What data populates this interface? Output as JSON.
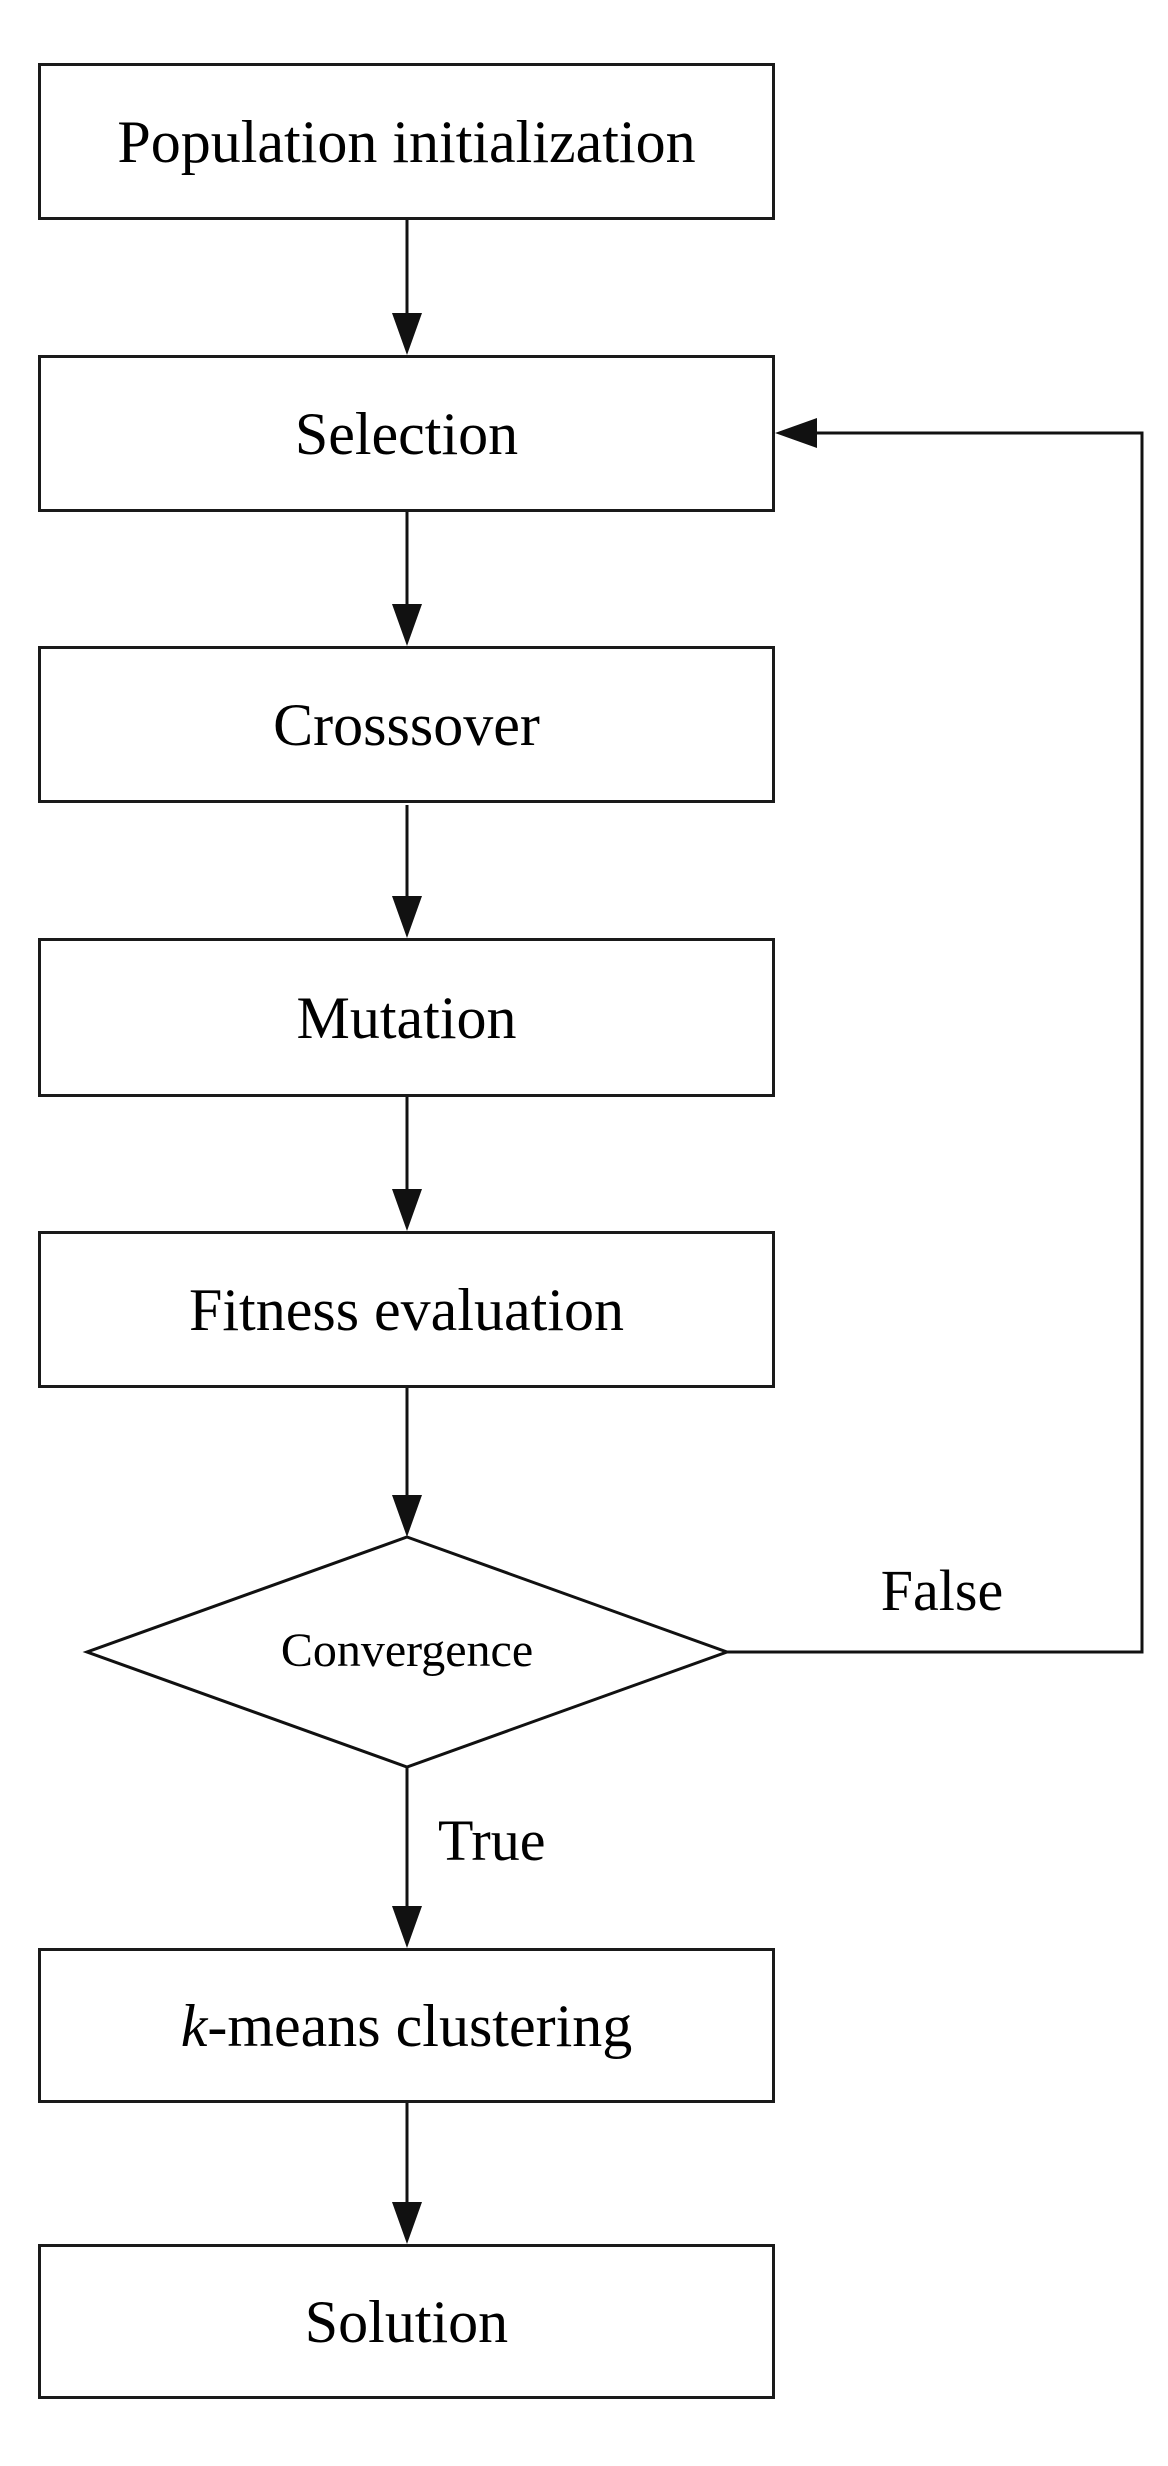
{
  "flowchart": {
    "nodes": {
      "population": {
        "label": "Population initialization"
      },
      "selection": {
        "label": "Selection"
      },
      "crossover": {
        "label": "Crosssover"
      },
      "mutation": {
        "label": "Mutation"
      },
      "fitness": {
        "label": "Fitness evaluation"
      },
      "convergence": {
        "label": "Convergence"
      },
      "kmeans": {
        "label_italic": "k",
        "label_rest": "-means clustering"
      },
      "solution": {
        "label": "Solution"
      }
    },
    "branch_labels": {
      "true_label": "True",
      "false_label": "False"
    },
    "colors": {
      "line": "#111111",
      "box_border": "#1a1a1a",
      "box_fill": "#ffffff",
      "background": "#ffffff"
    }
  }
}
